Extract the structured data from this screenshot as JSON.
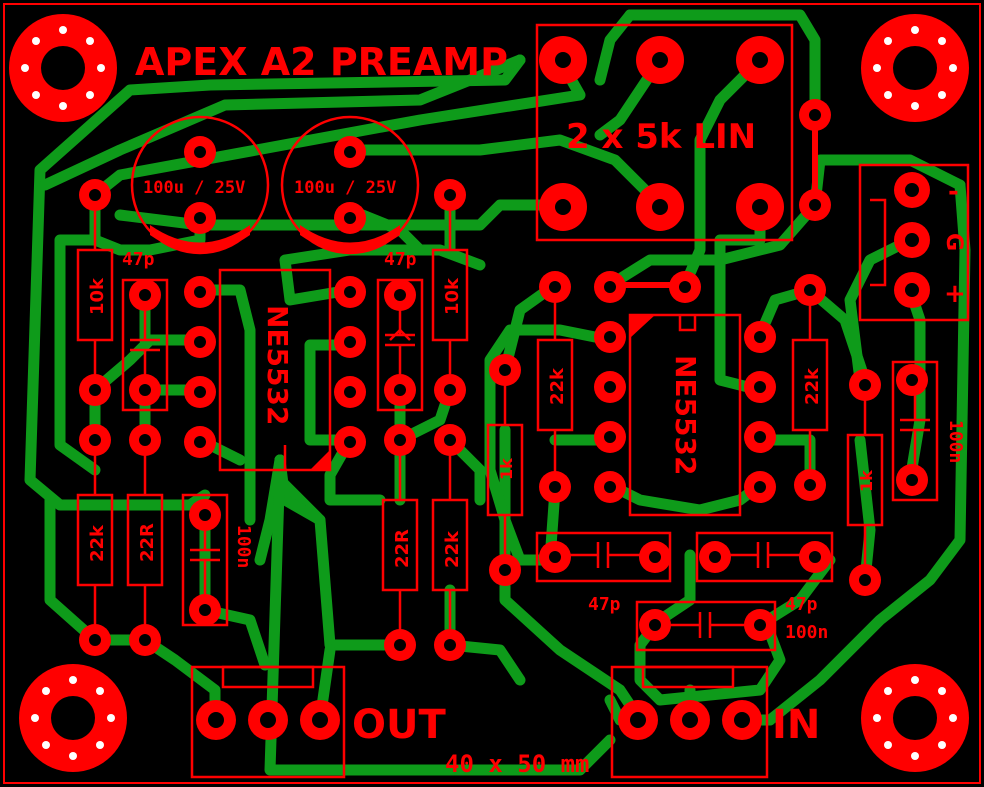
{
  "board": {
    "title": "APEX A2 PREAMP",
    "size_label": "40 x 50 mm",
    "pot_label": "2 x 5k LIN",
    "out_label": "OUT",
    "in_label": "IN",
    "colors": {
      "background": "#000000",
      "copper": "#0e9b1a",
      "silk": "#ff0000"
    }
  },
  "power": {
    "minus": "-",
    "ground": "G",
    "plus": "+"
  },
  "ics": {
    "left": "NE5532",
    "right": "NE5532"
  },
  "caps": {
    "elec_left": "100u / 25V",
    "elec_right": "100u / 25V",
    "c47p_a": "47p",
    "c47p_b": "47p",
    "c47p_c": "47p",
    "c47p_d": "47p",
    "c100n_a": "100n",
    "c100n_b": "100n",
    "c100n_c": "100n"
  },
  "resistors": {
    "r10k_a": "10k",
    "r10k_b": "10k",
    "r22k_a": "22k",
    "r22R_a": "22R",
    "r22R_b": "22R",
    "r22k_b": "22k",
    "r22k_c": "22k",
    "r22k_d": "22k",
    "r1k_a": "1k",
    "r1k_b": "1k"
  }
}
